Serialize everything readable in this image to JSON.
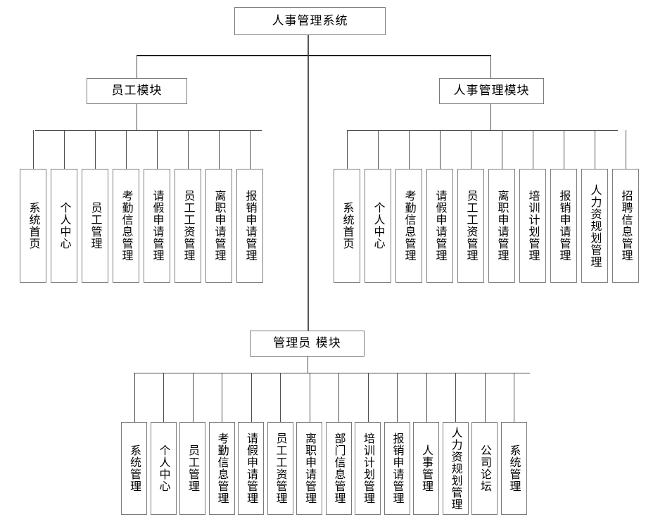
{
  "diagram": {
    "title": "人事管理系统",
    "type": "org-chart",
    "root": {
      "label": "人事管理系统"
    },
    "branches": [
      {
        "id": "employee",
        "label": "员工模块",
        "leaves": [
          "系统首页",
          "个人中心",
          "员工管理",
          "考勤信息管理",
          "请假申请管理",
          "员工工资管理",
          "离职申请管理",
          "报销申请管理"
        ]
      },
      {
        "id": "hr",
        "label": "人事管理模块",
        "leaves": [
          "系统首页",
          "个人中心",
          "考勤信息管理",
          "请假申请管理",
          "员工工资管理",
          "离职申请管理",
          "培训计划管理",
          "报销申请管理",
          "人力资规划管理",
          "招聘信息管理"
        ]
      },
      {
        "id": "admin",
        "label": "管理员 模块",
        "leaves": [
          "系统管理",
          "个人中心",
          "员工管理",
          "考勤信息管理",
          "请假申请管理",
          "员工工资管理",
          "离职申请管理",
          "部门信息管理",
          "培训计划管理",
          "报销申请管理",
          "人事管理",
          "人力资规划管理",
          "公司论坛",
          "系统管理"
        ]
      }
    ],
    "colors": {
      "background": "#ffffff",
      "box_border": "#7a7a7a",
      "line": "#4d4d4d",
      "text": "#000000"
    }
  }
}
